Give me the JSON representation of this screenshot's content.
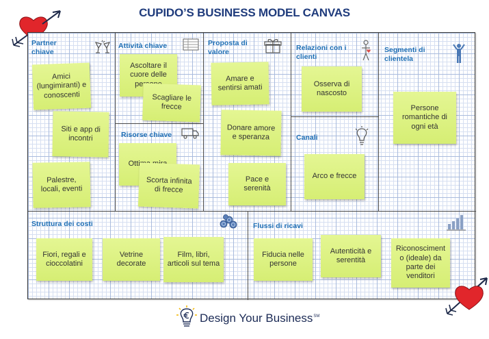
{
  "title": "CUPIDO’S BUSINESS MODEL CANVAS",
  "colors": {
    "title": "#1f3b7c",
    "block_label": "#1f6fb5",
    "sticky_note": "#d9f07a",
    "heart": "#e1262b",
    "grid": "#a9bbdd",
    "brand": "#1b2a55"
  },
  "blocks": {
    "partner_chiave": {
      "label": "Partner chiave",
      "icon": "cocktail-glasses-icon",
      "notes": [
        "Amici (lungimiranti) e conoscenti",
        "Siti e app di incontri",
        "Palestre, locali, eventi"
      ]
    },
    "attivita_chiave": {
      "label": "Attività chiave",
      "icon": "checklist-icon",
      "notes": [
        "Ascoltare il cuore delle persone",
        "Scagliare le frecce"
      ]
    },
    "risorse_chiave": {
      "label": "Risorse chiave",
      "icon": "delivery-truck-icon",
      "notes": [
        "Ottima mira",
        "Scorta infinita di frecce"
      ]
    },
    "proposta_di_valore": {
      "label": "Proposta di valore",
      "icon": "gift-box-icon",
      "notes": [
        "Amare e sentirsi amati",
        "Donare amore e speranza",
        "Pace e serenità"
      ]
    },
    "relazioni_con_i_clienti": {
      "label": "Relazioni con i clienti",
      "icon": "person-with-heart-icon",
      "notes": [
        "Osserva di nascosto"
      ]
    },
    "canali": {
      "label": "Canali",
      "icon": "lightbulb-icon",
      "notes": [
        "Arco e frecce"
      ]
    },
    "segmenti_di_clientela": {
      "label": "Segmenti di clientela",
      "icon": "person-icon",
      "notes": [
        "Persone romantiche di ogni età"
      ]
    },
    "struttura_dei_costi": {
      "label": "Struttura dei costi",
      "icon": "coins-icon",
      "notes": [
        "Fiori, regali e cioccolatini",
        "Vetrine decorate",
        "Film, libri, articoli sul tema"
      ]
    },
    "flussi_di_ricavi": {
      "label": "Flussi di ricavi",
      "icon": "bar-chart-icon",
      "notes": [
        "Fiducia nelle persone",
        "Autenticità e serentità",
        "Riconoscimento (ideale) da parte dei venditori"
      ]
    }
  },
  "decorations": {
    "top_left": "heart-with-arrow-icon",
    "bottom_right": "heart-with-arrow-icon"
  },
  "footer": {
    "logo_icon": "euro-lightbulb-icon",
    "brand": "Design Your Business",
    "mark": "SM"
  }
}
